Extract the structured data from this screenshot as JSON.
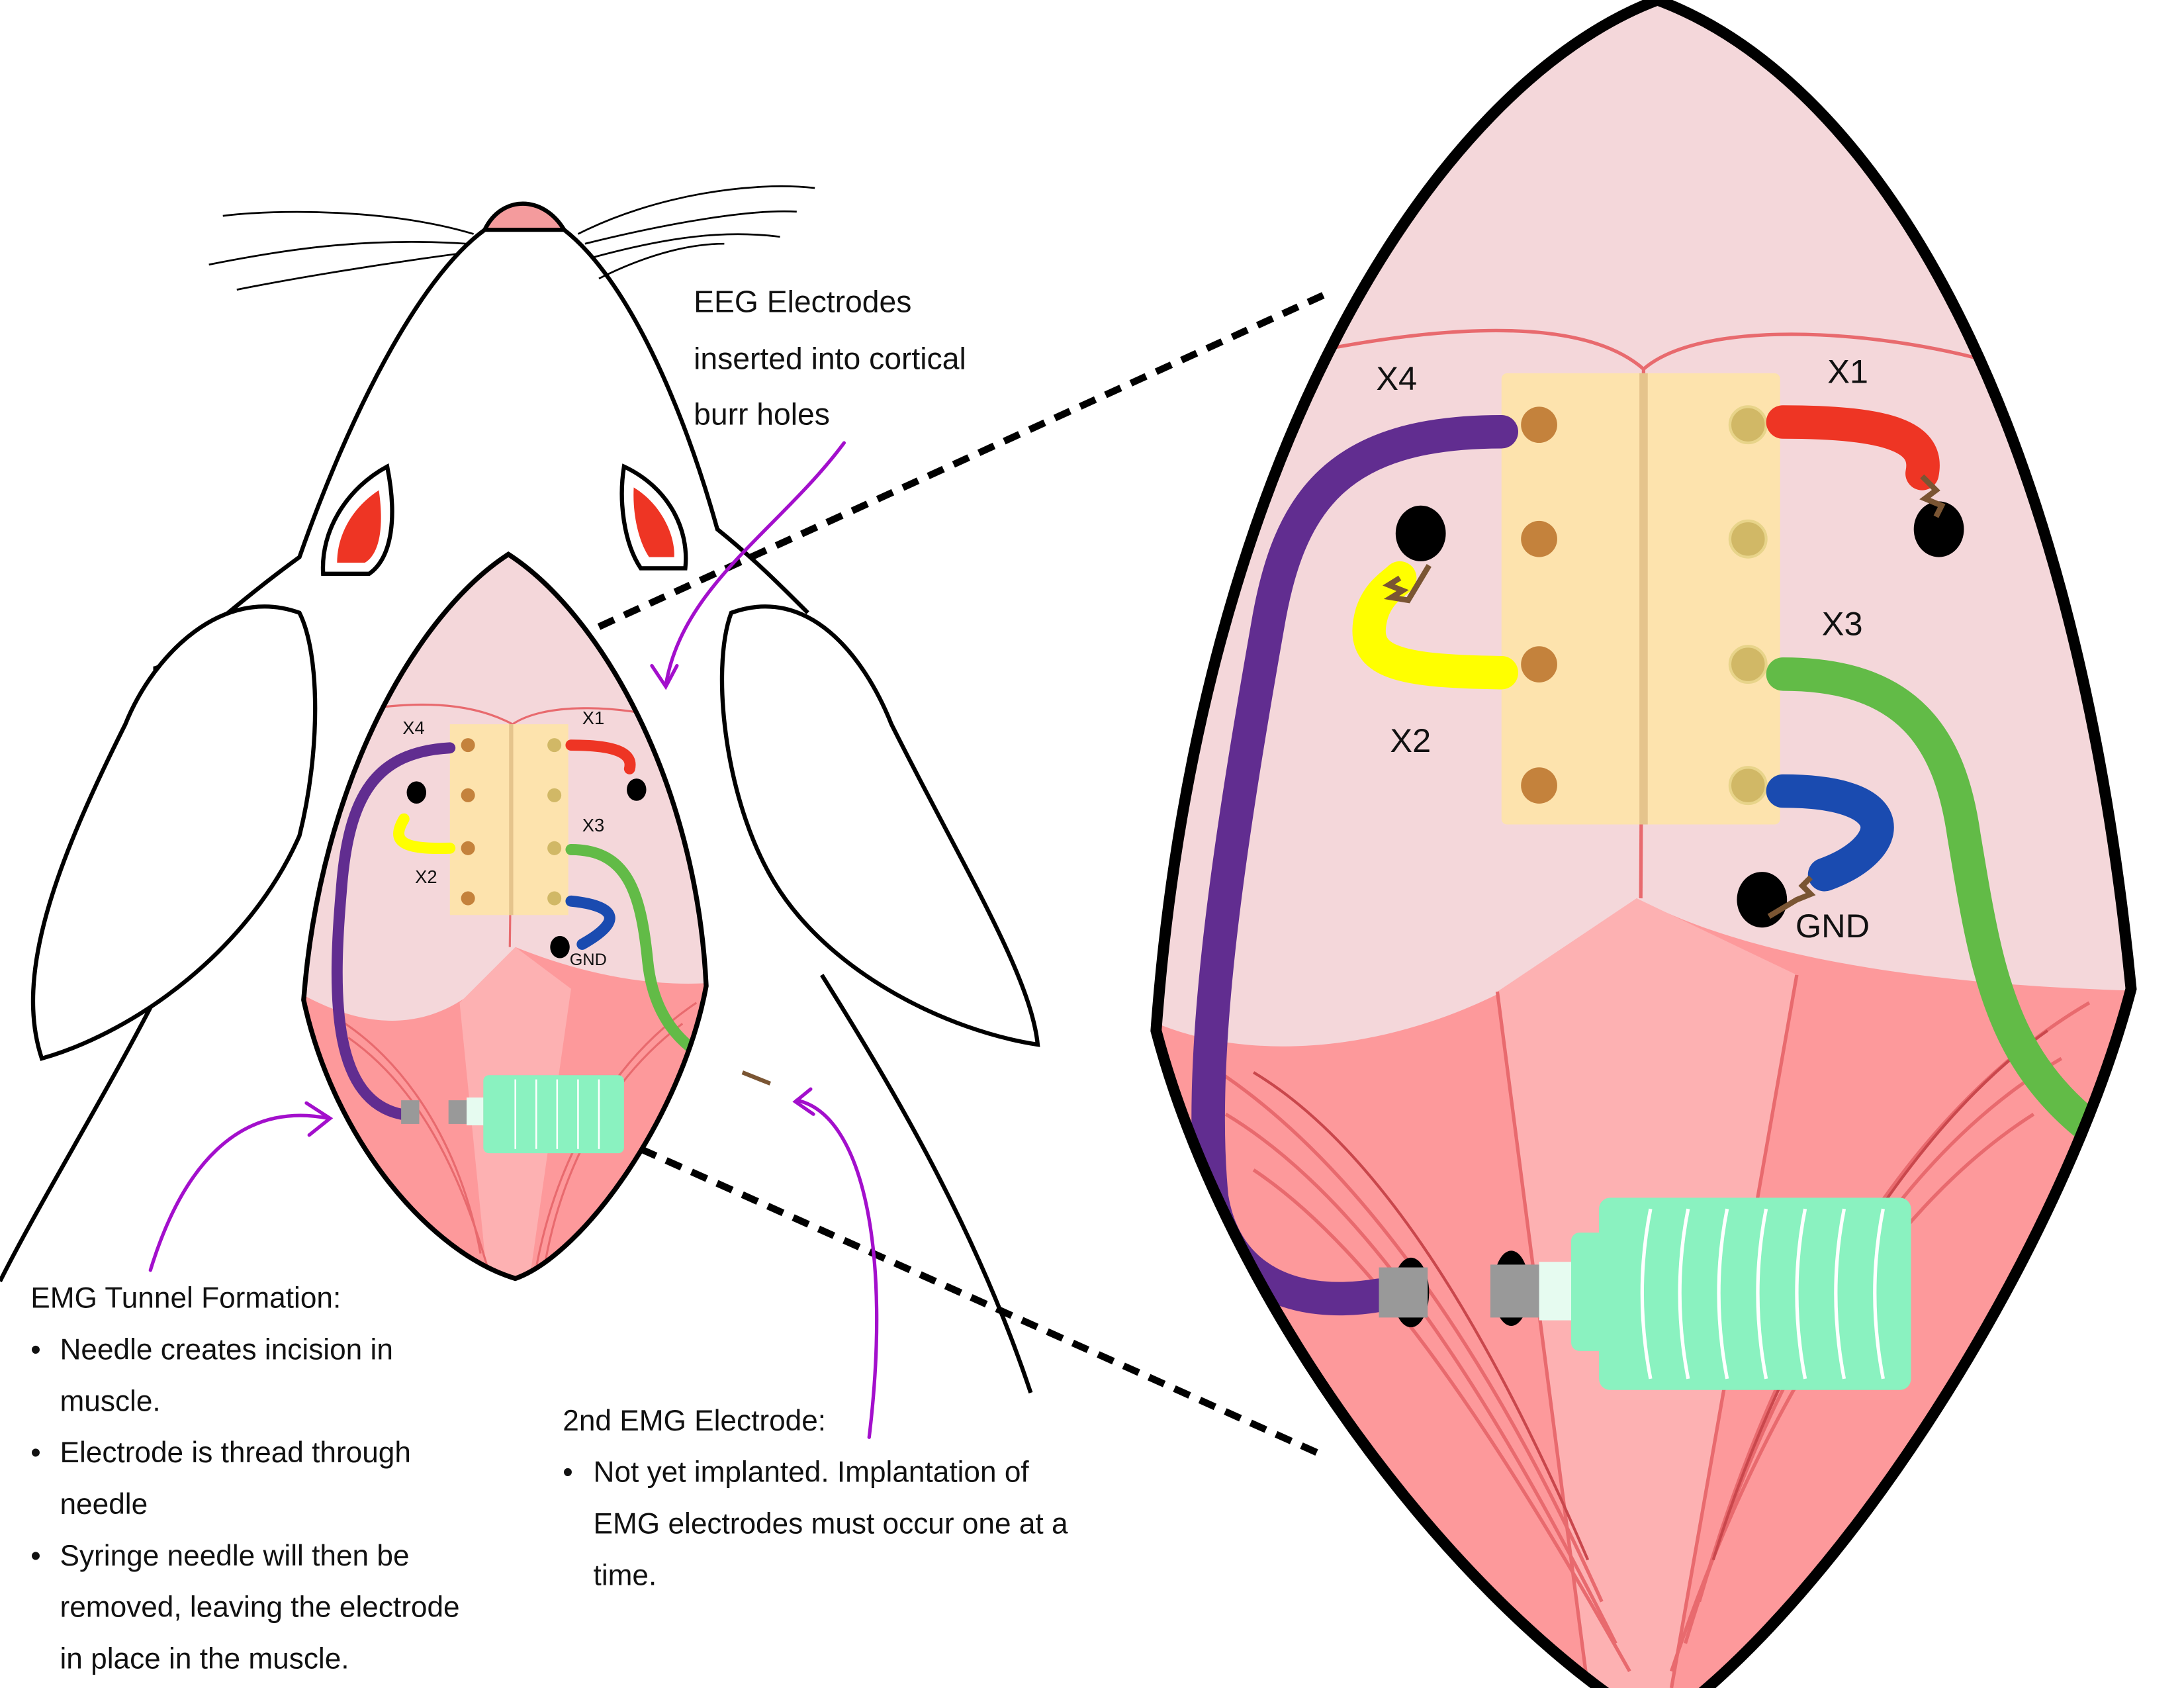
{
  "labels": {
    "eeg_title": [
      "EEG Electrodes",
      "inserted into cortical",
      "burr holes"
    ],
    "emg_tunnel": {
      "title": "EMG Tunnel Formation:",
      "bullets": [
        [
          "Needle creates incision in",
          "muscle."
        ],
        [
          "Electrode is thread through",
          "needle"
        ],
        [
          "Syringe needle will then be",
          "removed, leaving the electrode",
          "in place in the muscle."
        ]
      ]
    },
    "emg_second": {
      "title": "2nd EMG Electrode:",
      "bullets": [
        [
          "Not yet implanted. Implantation of",
          "EMG electrodes must occur one at a",
          "time."
        ]
      ]
    }
  },
  "electrodes": {
    "x1": "X1",
    "x2": "X2",
    "x3": "X3",
    "x4": "X4",
    "gnd": "GND"
  },
  "colors": {
    "x1_wire": "#ee3524",
    "x2_wire": "#ffff00",
    "x3_wire": "#62bb47",
    "x4_wire": "#612d90",
    "gnd_wire": "#1a4bb0",
    "annotation_arrow": "#a30fcc",
    "skull": "#f4d7da",
    "muscle": "#fd999b",
    "connector": "#fde3ad",
    "syringe": "#8af2c0"
  }
}
